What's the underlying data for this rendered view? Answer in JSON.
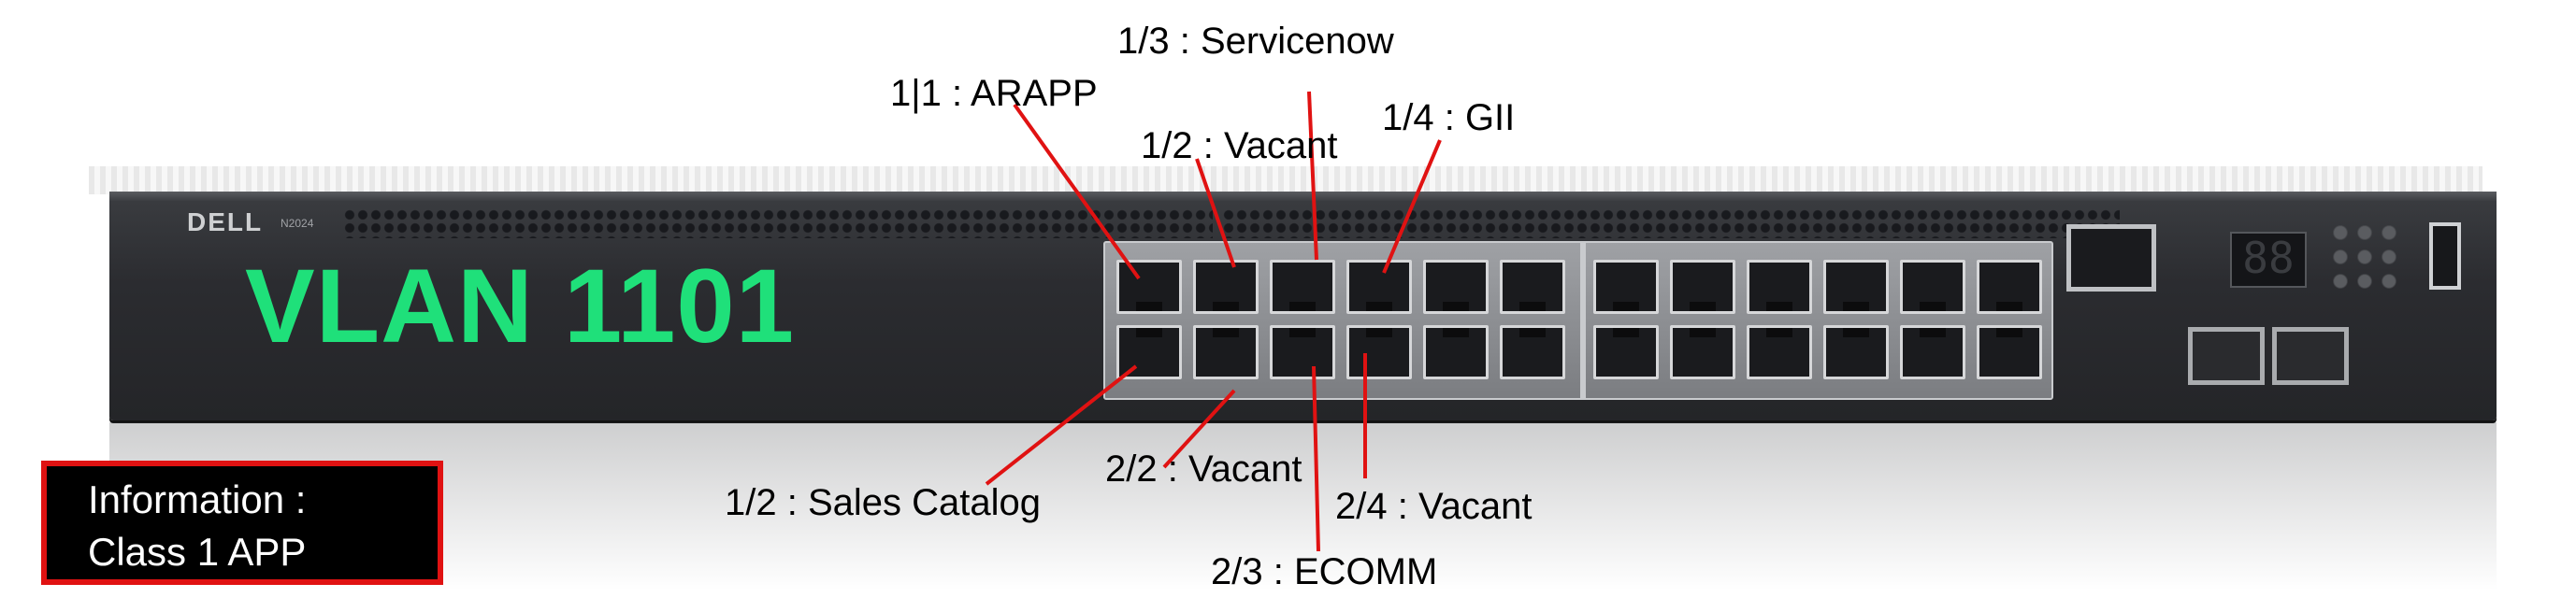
{
  "switch": {
    "brand": "DELL",
    "model": "N2024",
    "vlan_title": "VLAN 1101"
  },
  "callouts": [
    {
      "id": "c1",
      "label": "1|1 : ARAPP"
    },
    {
      "id": "c2",
      "label": "1/3 : Servicenow"
    },
    {
      "id": "c3",
      "label": "1/2 : Vacant"
    },
    {
      "id": "c4",
      "label": "1/4 : GII"
    },
    {
      "id": "c5",
      "label": "1/2 : Sales Catalog"
    },
    {
      "id": "c6",
      "label": "2/2 : Vacant"
    },
    {
      "id": "c7",
      "label": "2/4 : Vacant"
    },
    {
      "id": "c8",
      "label": "2/3 : ECOMM"
    }
  ],
  "info": {
    "line1": "Information :",
    "line2": "Class 1 APP"
  },
  "colors": {
    "vlan_text": "#1fe07a",
    "callout_line": "#e01212",
    "info_border": "#e01212"
  }
}
